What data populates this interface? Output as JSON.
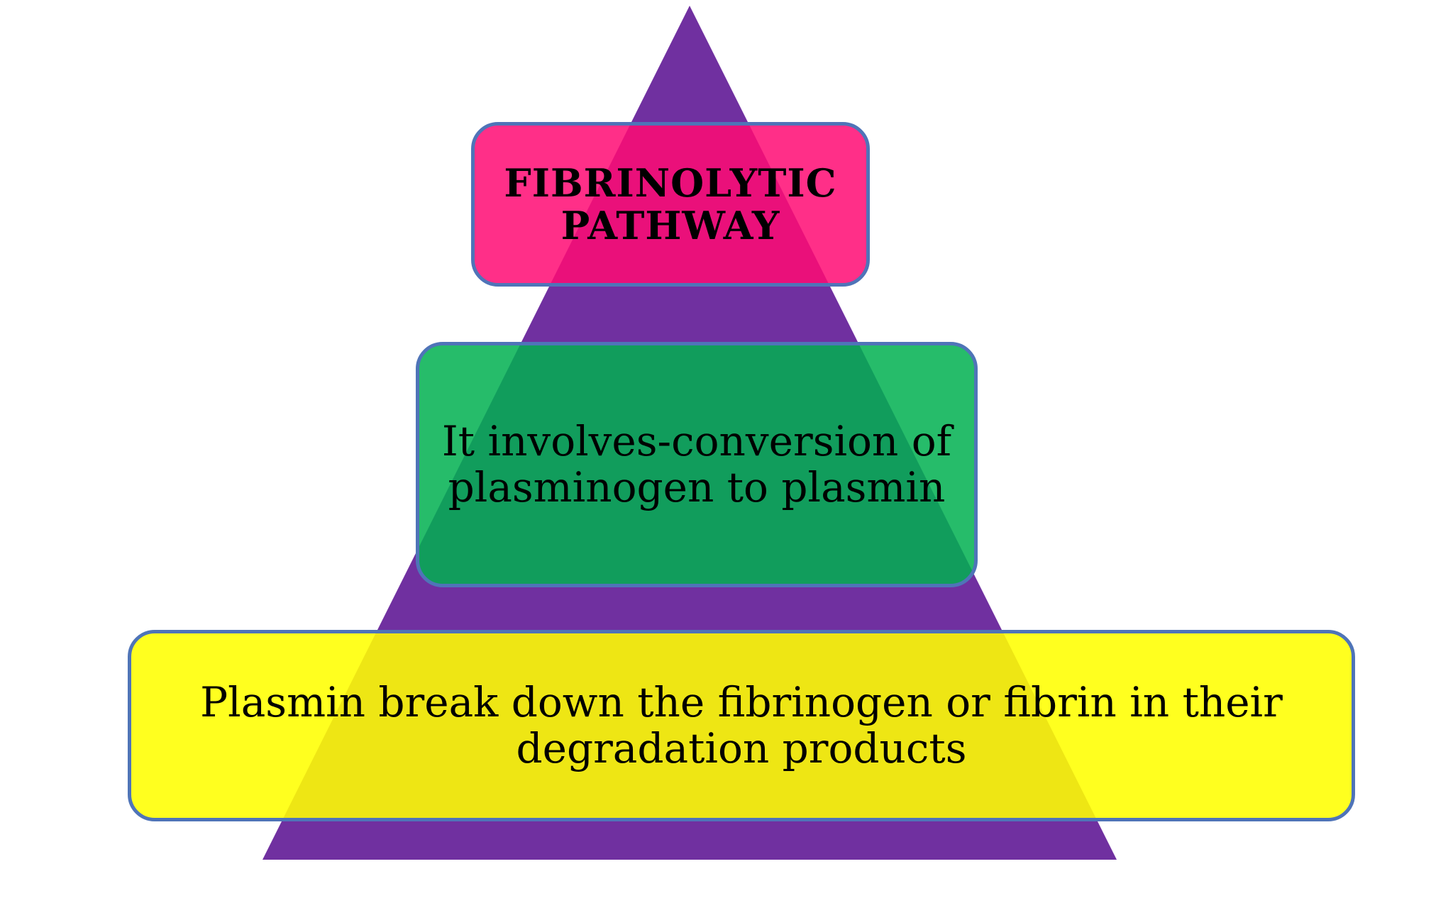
{
  "diagram": {
    "type": "pyramid",
    "colors": {
      "pyramid": "#7030a0",
      "top_box": "#ff0a73",
      "middle_box": "#00b050",
      "bottom_box": "#ffff00",
      "box_border": "#4f74b8"
    },
    "levels": [
      {
        "lines": [
          "FIBRINOLYTIC",
          "PATHWAY"
        ]
      },
      {
        "lines": [
          "It involves-conversion of",
          "plasminogen to plasmin"
        ]
      },
      {
        "lines": [
          "Plasmin break down the fibrinogen or fibrin in their",
          "degradation products"
        ]
      }
    ]
  }
}
